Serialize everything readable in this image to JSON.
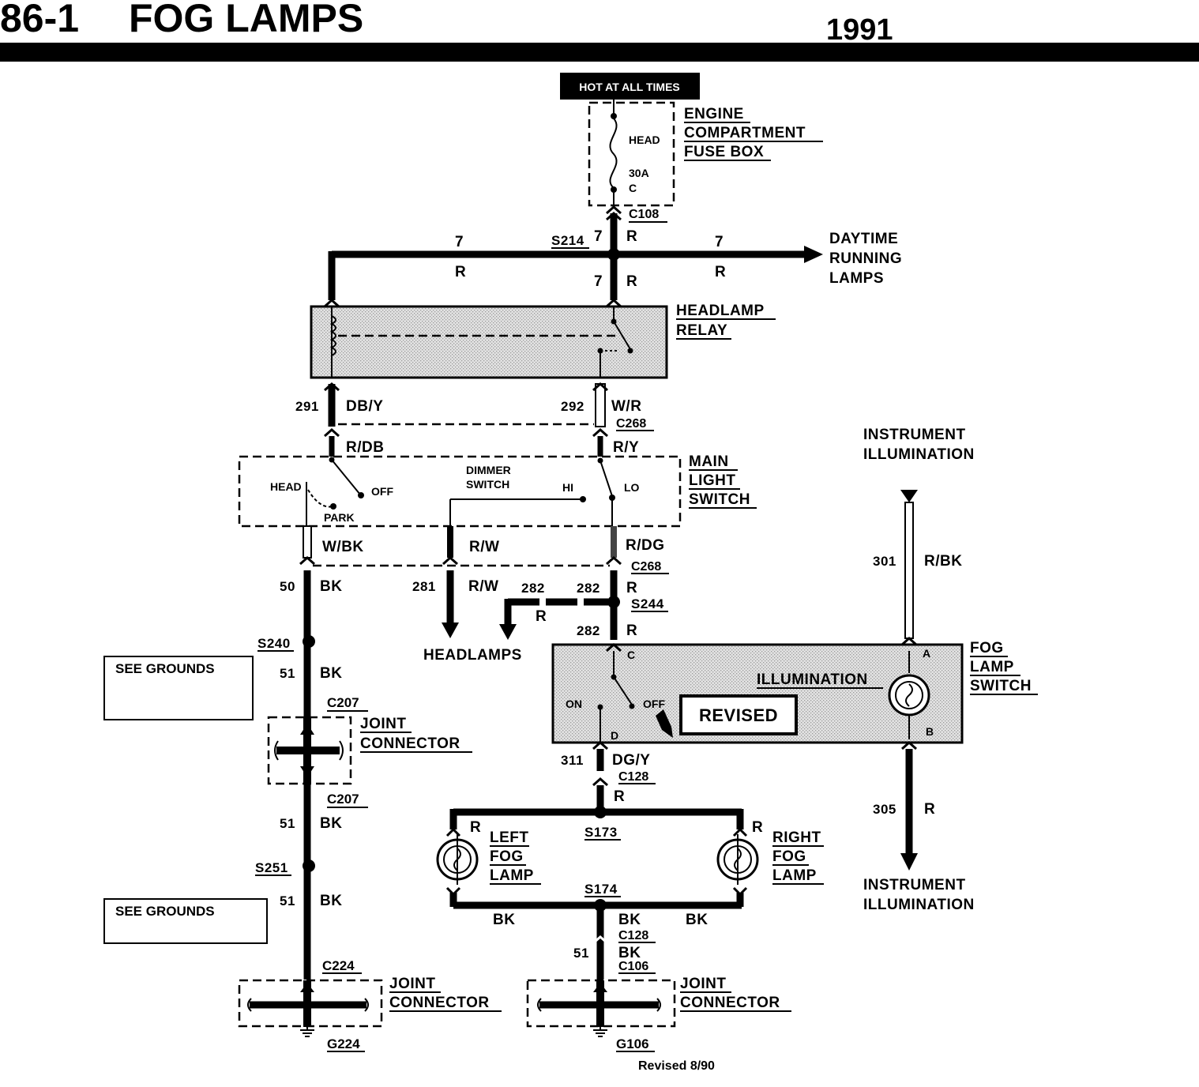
{
  "header": {
    "section": "86-1",
    "title": "FOG LAMPS",
    "year": "1991"
  },
  "hot_label": "HOT AT ALL TIMES",
  "fuse_box": {
    "label_lines": [
      "ENGINE",
      "COMPARTMENT",
      "FUSE BOX"
    ],
    "fuse_name": "HEAD",
    "fuse_rating": "30A",
    "terminal": "C"
  },
  "connectors": {
    "c108": "C108",
    "c268a": "C268",
    "c268b": "C268",
    "c207a": "C207",
    "c207b": "C207",
    "c224": "C224",
    "c128a": "C128",
    "c128b": "C128",
    "c106": "C106"
  },
  "splices": {
    "s214": "S214",
    "s244": "S244",
    "s240": "S240",
    "s251": "S251",
    "s173": "S173",
    "s174": "S174"
  },
  "wires": {
    "w7_fuse": {
      "num": "7",
      "color": "R"
    },
    "w7_left": {
      "num": "7",
      "color": "R"
    },
    "w7_right": {
      "num": "7",
      "color": "R"
    },
    "w7_down": {
      "num": "7",
      "color": "R"
    },
    "w291": {
      "num": "291",
      "color": "DB/Y"
    },
    "w292": {
      "num": "292",
      "color": "W/R"
    },
    "rdb": "R/DB",
    "ry": "R/Y",
    "wbk": "W/BK",
    "rw_upper": "R/W",
    "rdg": "R/DG",
    "w50": {
      "num": "50",
      "color": "BK"
    },
    "w281": {
      "num": "281",
      "color": "R/W"
    },
    "w282_left": {
      "num": "282",
      "color": "R"
    },
    "w282_right": {
      "num": "282",
      "color": "R"
    },
    "w282_down": {
      "num": "282",
      "color": "R"
    },
    "w51_a": {
      "num": "51",
      "color": "BK"
    },
    "w51_b": {
      "num": "51",
      "color": "BK"
    },
    "w51_c": {
      "num": "51",
      "color": "BK"
    },
    "w301": {
      "num": "301",
      "color": "R/BK"
    },
    "w311": {
      "num": "311",
      "color": "DG/Y"
    },
    "r_c128": "R",
    "r_leftlamp": "R",
    "r_rightlamp": "R",
    "bk_left": "BK",
    "bk_center": "BK",
    "bk_right": "BK",
    "w51_d": {
      "num": "51",
      "color": "BK"
    },
    "w305": {
      "num": "305",
      "color": "R"
    }
  },
  "destinations": {
    "daytime_running": [
      "DAYTIME",
      "RUNNING",
      "LAMPS"
    ],
    "headlamps": "HEADLAMPS",
    "instr_top": [
      "INSTRUMENT",
      "ILLUMINATION"
    ],
    "instr_bottom": [
      "INSTRUMENT",
      "ILLUMINATION"
    ]
  },
  "components": {
    "headlamp_relay": [
      "HEADLAMP",
      "RELAY"
    ],
    "main_light_switch": [
      "MAIN",
      "LIGHT",
      "SWITCH"
    ],
    "mls_positions": {
      "head": "HEAD",
      "off": "OFF",
      "park": "PARK",
      "dimmer": [
        "DIMMER",
        "SWITCH"
      ],
      "hi": "HI",
      "lo": "LO"
    },
    "fog_lamp_switch": [
      "FOG",
      "LAMP",
      "SWITCH"
    ],
    "fls_terms": {
      "c": "C",
      "on": "ON",
      "off": "OFF",
      "d": "D",
      "a": "A",
      "b": "B",
      "illumination": "ILLUMINATION"
    },
    "revised_stamp": "REVISED",
    "left_fog": [
      "LEFT",
      "FOG",
      "LAMP"
    ],
    "right_fog": [
      "RIGHT",
      "FOG",
      "LAMP"
    ],
    "joint_connector_1": [
      "JOINT",
      "CONNECTOR"
    ],
    "joint_connector_2": [
      "JOINT",
      "CONNECTOR"
    ],
    "joint_connector_3": [
      "JOINT",
      "CONNECTOR"
    ],
    "see_grounds_1": "SEE GROUNDS",
    "see_grounds_2": "SEE GROUNDS"
  },
  "grounds": {
    "g224": "G224",
    "g106": "G106"
  },
  "footer": "Revised 8/90"
}
